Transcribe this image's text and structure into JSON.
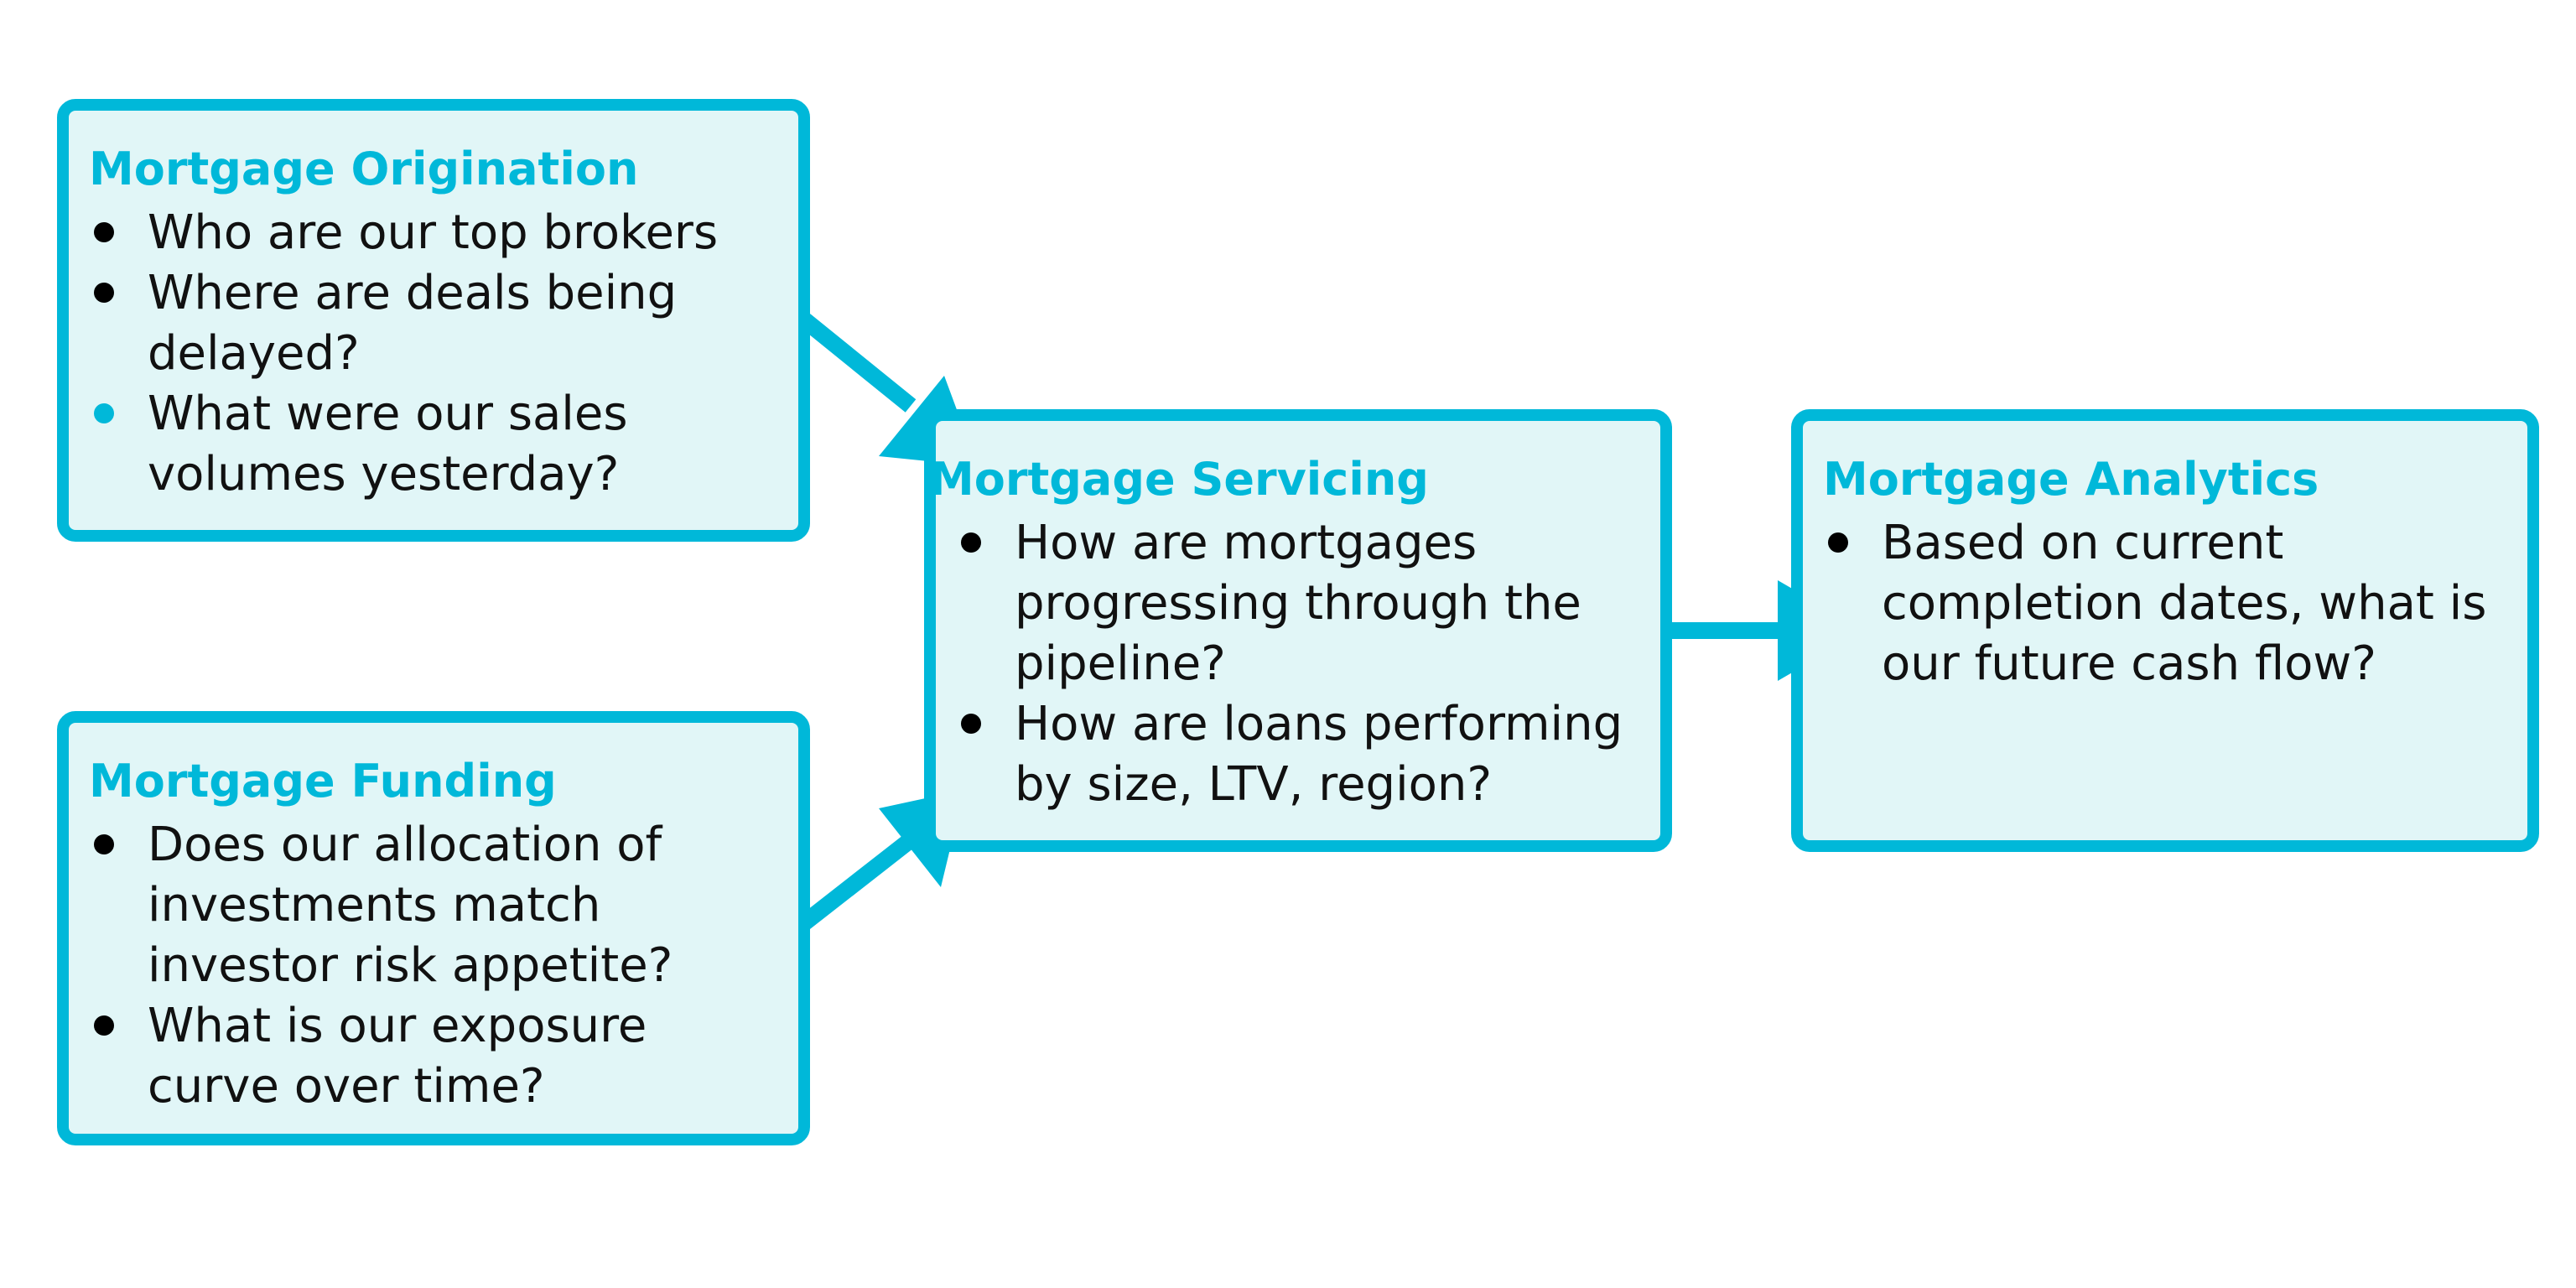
{
  "colors": {
    "accent": "#00b8d9",
    "box_fill": "#e1f6f7",
    "text": "#111111",
    "bullet": "#000000"
  },
  "boxes": {
    "origination": {
      "title": "Mortgage Origination",
      "items": [
        "Who are our top brokers",
        "Where are deals being delayed?",
        "What were our sales volumes yesterday?"
      ]
    },
    "funding": {
      "title": "Mortgage Funding",
      "items": [
        "Does our allocation of investments match investor risk appetite?",
        "What is our exposure curve over time?"
      ]
    },
    "servicing": {
      "title": "Mortgage Servicing",
      "items": [
        "How are mortgages progressing through the pipeline?",
        "How are loans performing by size, LTV, region?"
      ]
    },
    "analytics": {
      "title": "Mortgage Analytics",
      "items": [
        "Based on current completion dates, what is our future cash flow?"
      ]
    }
  }
}
